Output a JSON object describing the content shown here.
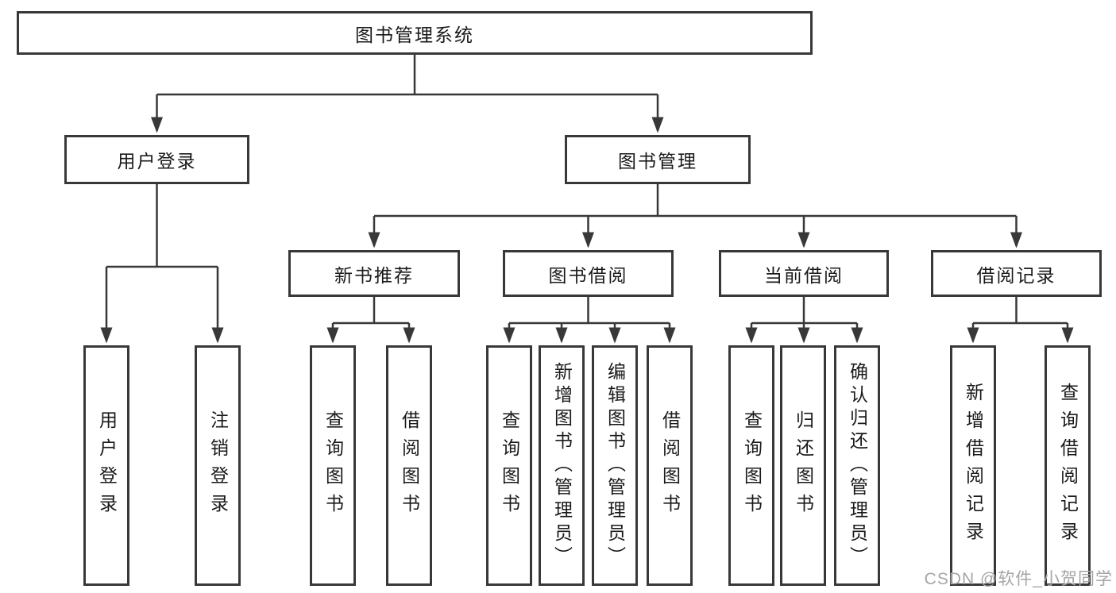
{
  "tree": {
    "label": "图书管理系统",
    "children": [
      {
        "label": "用户登录",
        "children": [
          {
            "label": "用户登录"
          },
          {
            "label": "注销登录"
          }
        ]
      },
      {
        "label": "图书管理",
        "children": [
          {
            "label": "新书推荐",
            "children": [
              {
                "label": "查询图书"
              },
              {
                "label": "借阅图书"
              }
            ]
          },
          {
            "label": "图书借阅",
            "children": [
              {
                "label": "查询图书"
              },
              {
                "label": "新增图书（管理员）"
              },
              {
                "label": "编辑图书（管理员）"
              },
              {
                "label": "借阅图书"
              }
            ]
          },
          {
            "label": "当前借阅",
            "children": [
              {
                "label": "查询图书"
              },
              {
                "label": "归还图书"
              },
              {
                "label": "确认归还（管理员）"
              }
            ]
          },
          {
            "label": "借阅记录",
            "children": [
              {
                "label": "新增借阅记录"
              },
              {
                "label": "查询借阅记录"
              }
            ]
          }
        ]
      }
    ]
  },
  "watermark": {
    "text": "CSDN @软件_小贺同学"
  },
  "colors": {
    "box_border": "#383838",
    "connector_line": "#383838",
    "text": "#1a1a1a",
    "watermark": "#a5a5a5",
    "background": "#ffffff"
  }
}
